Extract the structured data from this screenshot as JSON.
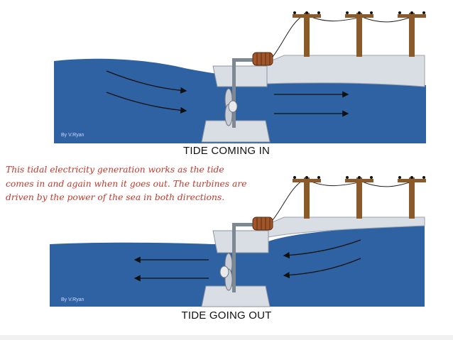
{
  "top_panel": {
    "caption": "TIDE COMING IN",
    "credit": "By V.Ryan"
  },
  "bottom_panel": {
    "caption": "TIDE GOING OUT",
    "credit": "By V.Ryan"
  },
  "description": "This tidal electricity generation works as the tide comes in and again when it goes out. The turbines are driven by the power of the sea in both directions.",
  "colors": {
    "water": "#2f62a3",
    "sea_surface": "#3d74b6",
    "concrete": "#d9dde4",
    "pole": "#8a5a2b",
    "generator": "#a0562a",
    "caption_text": "#111111",
    "description_text": "#c0392b"
  }
}
